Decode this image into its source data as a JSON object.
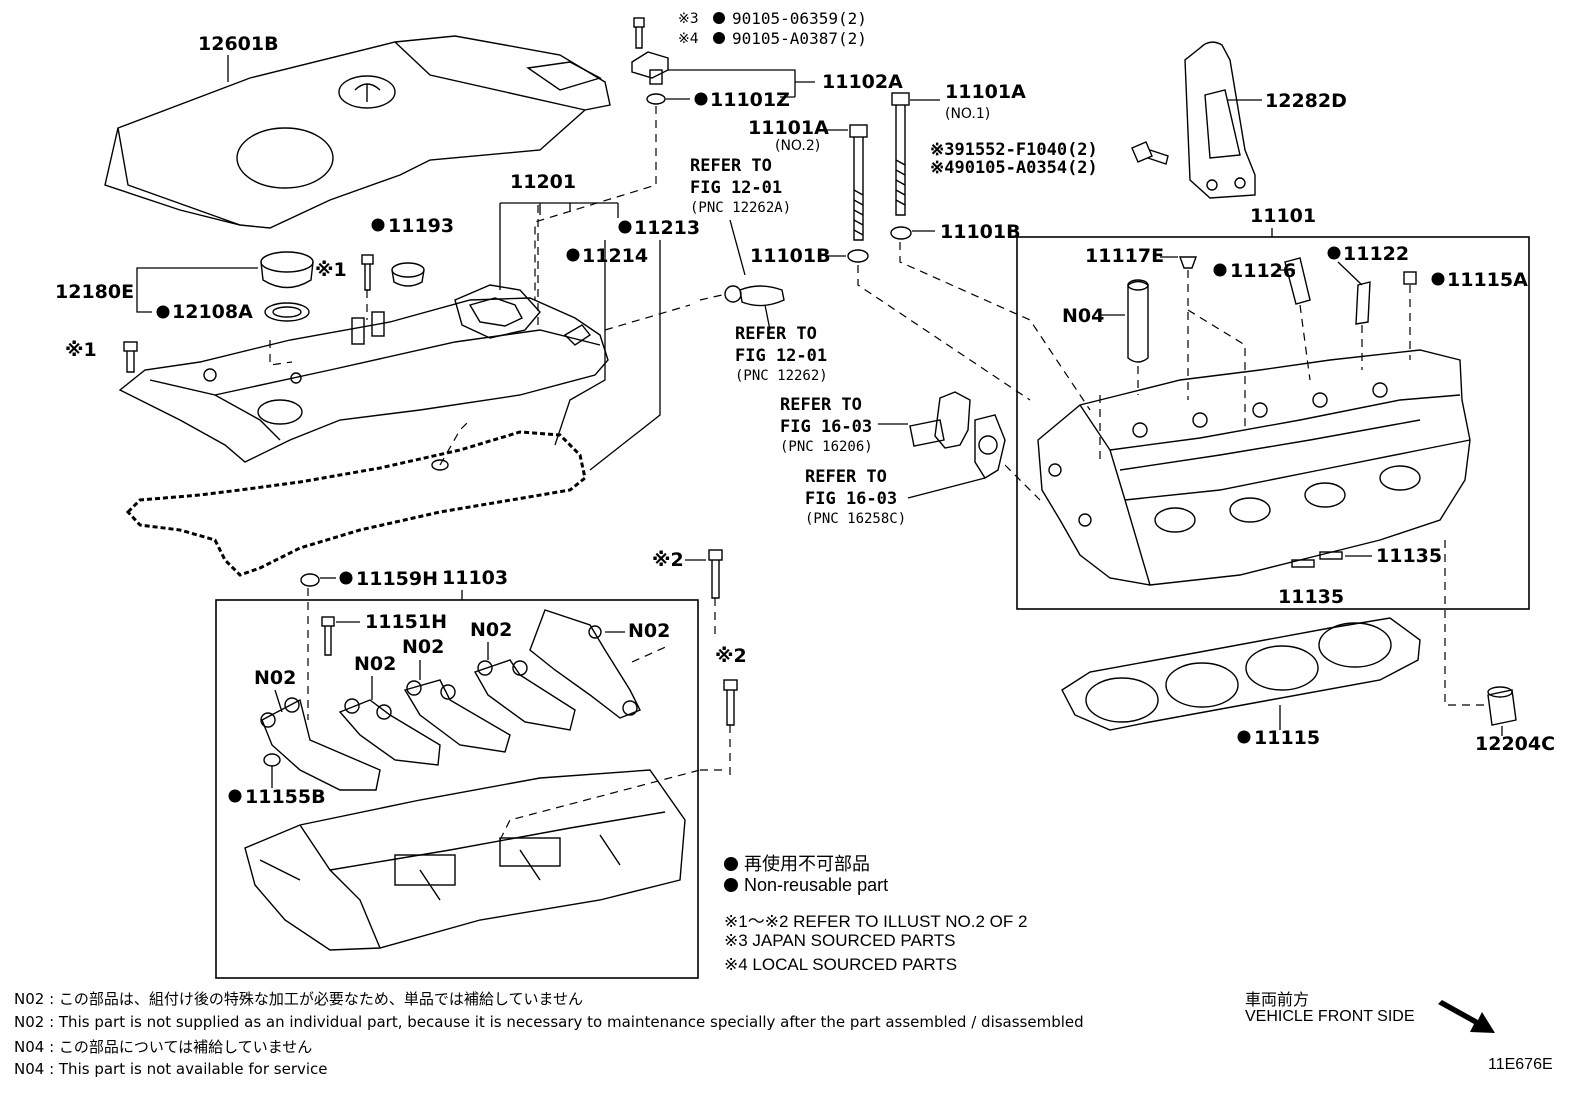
{
  "labels": {
    "l12601B": "12601B",
    "l11201": "11201",
    "l11193": "11193",
    "l11213": "11213",
    "l11214": "11214",
    "l12180E": "12180E",
    "l12108A": "12108A",
    "mark1a": "※1",
    "mark1b": "※1",
    "l11102A": "11102A",
    "l11101Z": "11101Z",
    "bolt_note3_mark": "※3",
    "bolt_note3": "90105-06359(2)",
    "bolt_note4_mark": "※4",
    "bolt_note4": "90105-A0387(2)",
    "l11101A_1": "11101A",
    "no1": "(NO.1)",
    "l11101A_2": "11101A",
    "no2": "(NO.2)",
    "l11101B_a": "11101B",
    "l11101B_b": "11101B",
    "l12282D": "12282D",
    "ref391552": "※391552-F1040(2)",
    "ref490105": "※490105-A0354(2)",
    "l11101": "11101",
    "l11117E": "11117E",
    "l11126": "11126",
    "l11122": "11122",
    "l11115A": "11115A",
    "lN04": "N04",
    "l11135a": "11135",
    "l11135b": "11135",
    "l11115": "11115",
    "l12204C": "12204C",
    "l11159H": "11159H",
    "l11103": "11103",
    "l11151H": "11151H",
    "lN02a": "N02",
    "lN02b": "N02",
    "lN02c": "N02",
    "lN02d": "N02",
    "lN02e": "N02",
    "l11155B": "11155B",
    "mark2a": "※2",
    "mark2b": "※2"
  },
  "refer": [
    {
      "line1": "REFER TO",
      "line2": "FIG 12-01",
      "line3": "(PNC 12262A)"
    },
    {
      "line1": "REFER TO",
      "line2": "FIG 12-01",
      "line3": "(PNC 12262)"
    },
    {
      "line1": "REFER TO",
      "line2": "FIG 16-03",
      "line3": "(PNC 16206)"
    },
    {
      "line1": "REFER TO",
      "line2": "FIG 16-03",
      "line3": "(PNC 16258C)"
    }
  ],
  "legend": {
    "jp": "再使用不可部品",
    "en": "Non-reusable part",
    "ref1": "※1～※2  REFER TO ILLUST NO.2 OF 2",
    "ref3": "※3 JAPAN SOURCED PARTS",
    "ref4": "※4 LOCAL SOURCED PARTS"
  },
  "notes": [
    "N02 : この部品は、組付け後の特殊な加工が必要なため、単品では補給していません",
    "N02 : This part is not supplied as an individual part, because it is necessary to maintenance specially after the part assembled / disassembled",
    "N04 : この部品については補給していません",
    "N04 : This part is not available for service"
  ],
  "front": {
    "jp": "車両前方",
    "en": "VEHICLE FRONT SIDE"
  },
  "code": "11E676E"
}
